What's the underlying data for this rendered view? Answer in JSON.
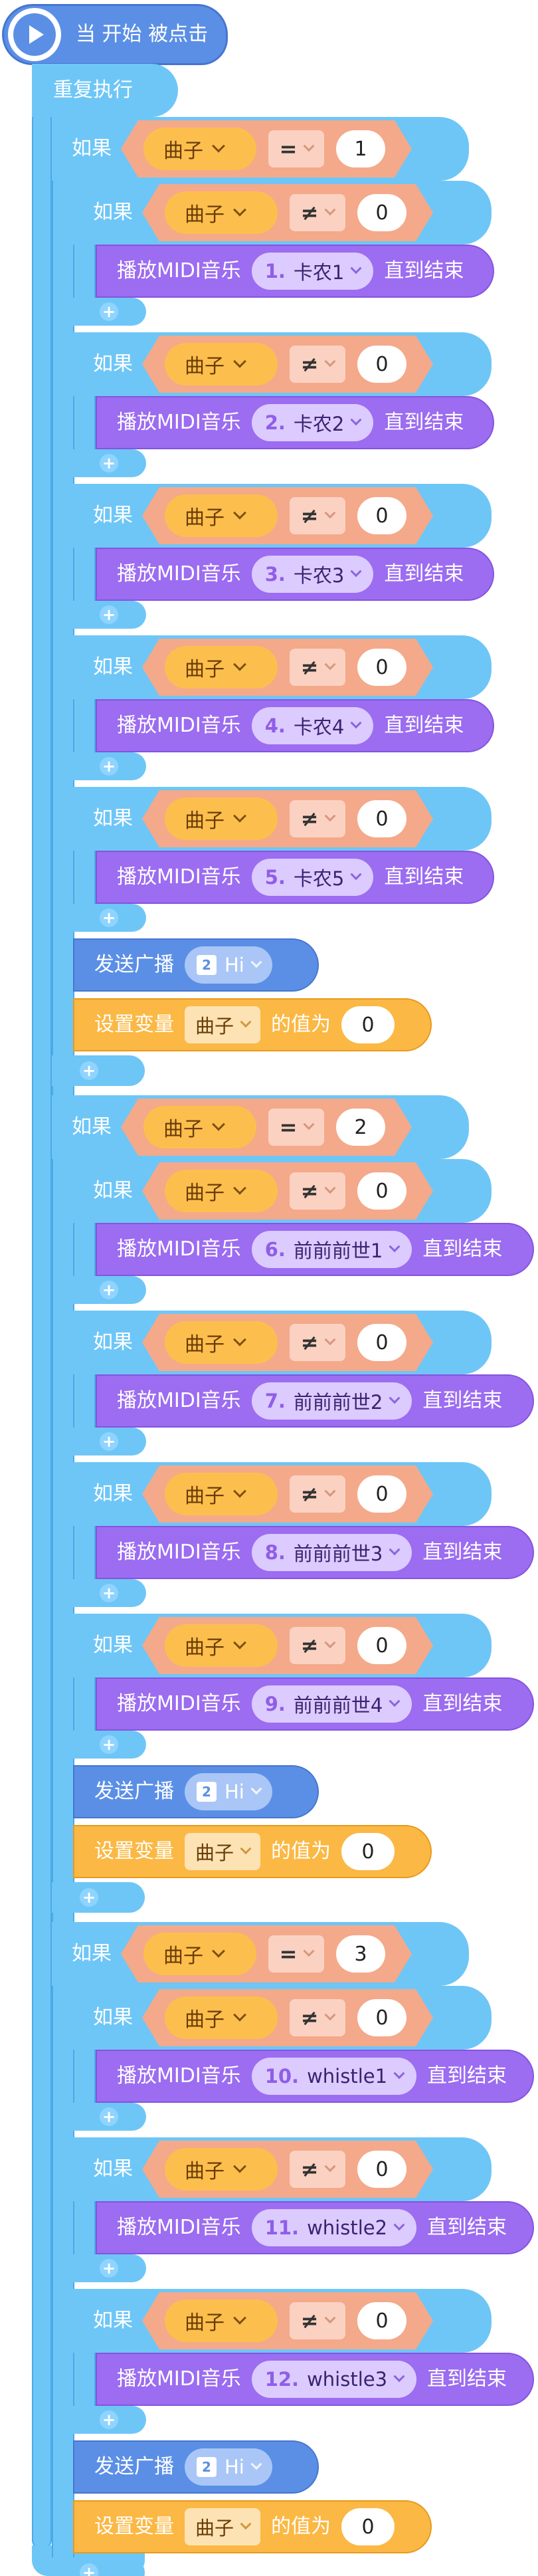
{
  "hat": {
    "label": "当 开始 被点击"
  },
  "forever": {
    "label": "重复执行"
  },
  "variable": "曲子",
  "colors": {
    "control": "#6ec6f7",
    "operator": "#f4a98a",
    "variable": "#fcbf4e",
    "sound": "#9c6cf1",
    "event": "#5b8fe6"
  },
  "if_label": "如果",
  "play_label": "播放MIDI音乐",
  "until_end": "直到结束",
  "broadcast_label": "发送广播",
  "broadcast_msg": "Hi",
  "setvar_label": "设置变量",
  "setvar_to": "的值为",
  "setvar_value": "0",
  "op_eq": "=",
  "op_ne": "≠",
  "ne_value": "0",
  "groups": [
    {
      "eq_value": "1",
      "songs": [
        {
          "num": "1.",
          "name": "卡农1"
        },
        {
          "num": "2.",
          "name": "卡农2"
        },
        {
          "num": "3.",
          "name": "卡农3"
        },
        {
          "num": "4.",
          "name": "卡农4"
        },
        {
          "num": "5.",
          "name": "卡农5"
        }
      ]
    },
    {
      "eq_value": "2",
      "songs": [
        {
          "num": "6.",
          "name": "前前前世1"
        },
        {
          "num": "7.",
          "name": "前前前世2"
        },
        {
          "num": "8.",
          "name": "前前前世3"
        },
        {
          "num": "9.",
          "name": "前前前世4"
        }
      ]
    },
    {
      "eq_value": "3",
      "songs": [
        {
          "num": "10.",
          "name": "whistle1"
        },
        {
          "num": "11.",
          "name": "whistle2"
        },
        {
          "num": "12.",
          "name": "whistle3"
        }
      ]
    }
  ]
}
